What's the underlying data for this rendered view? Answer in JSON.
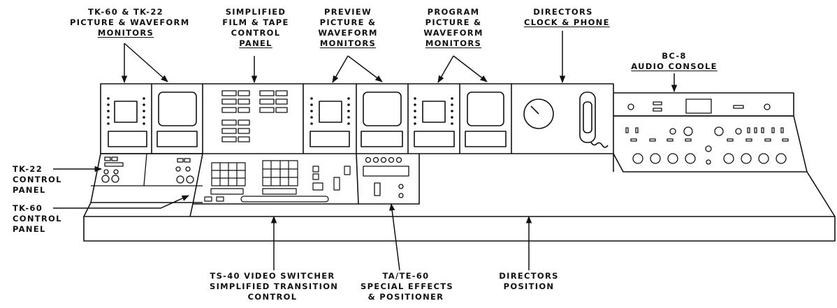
{
  "labels": {
    "tk60_tk22_monitors": [
      "TK-60 & TK-22",
      "PICTURE & WAVEFORM",
      "MONITORS"
    ],
    "film_tape_panel": [
      "SIMPLIFIED",
      "FILM & TAPE",
      "CONTROL",
      "PANEL"
    ],
    "preview_monitors": [
      "PREVIEW",
      "PICTURE &",
      "WAVEFORM",
      "MONITORS"
    ],
    "program_monitors": [
      "PROGRAM",
      "PICTURE &",
      "WAVEFORM",
      "MONITORS"
    ],
    "directors_clock": [
      "DIRECTORS",
      "CLOCK & PHONE"
    ],
    "audio_console": [
      "BC-8",
      "AUDIO CONSOLE"
    ],
    "tk22_control": [
      "TK-22",
      "CONTROL",
      "PANEL"
    ],
    "tk60_control": [
      "TK-60",
      "CONTROL",
      "PANEL"
    ],
    "video_switcher": [
      "TS-40 VIDEO SWITCHER",
      "SIMPLIFIED TRANSITION",
      "CONTROL"
    ],
    "special_effects": [
      "TA/TE-60",
      "SPECIAL EFFECTS",
      "& POSITIONER"
    ],
    "directors_position": [
      "DIRECTORS",
      "POSITION"
    ]
  }
}
